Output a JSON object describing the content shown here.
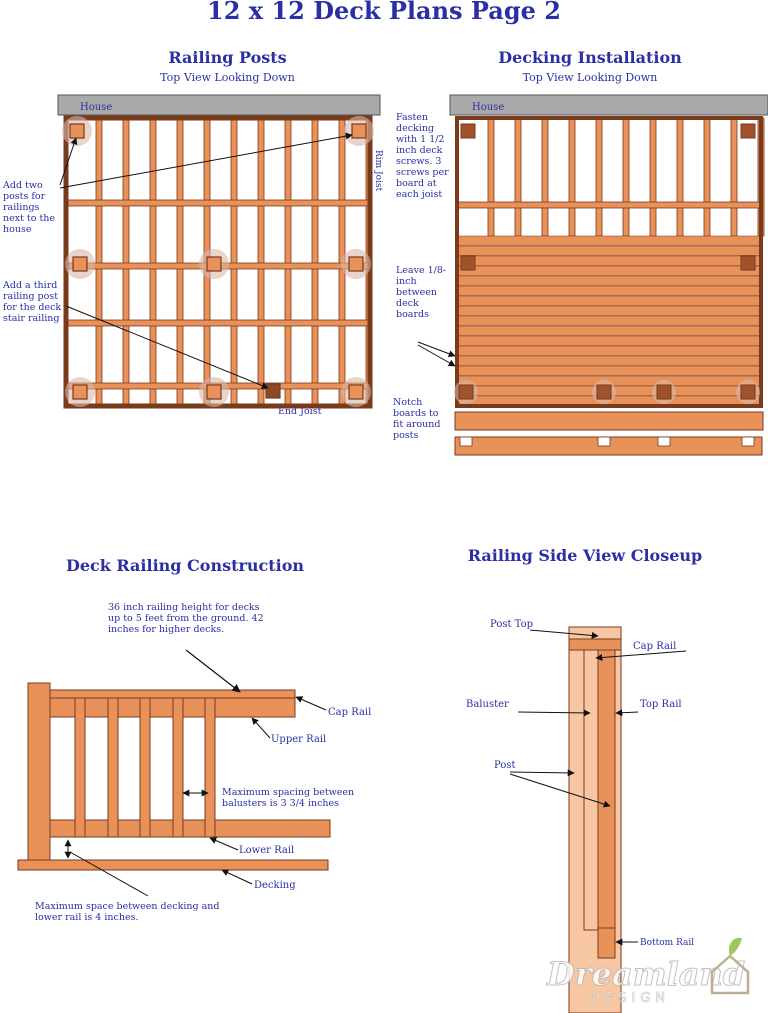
{
  "page_title": "12 x 12 Deck Plans Page 2",
  "railing_posts": {
    "title": "Railing Posts",
    "subtitle": "Top View Looking Down",
    "house_label": "House",
    "rim_joist_label": "Rim Joist",
    "end_joist_label": "End Joist",
    "note_two_posts": "Add two posts for railings next to the house",
    "note_third_post": "Add a third railing post for the deck stair railing"
  },
  "decking_installation": {
    "title": "Decking Installation",
    "subtitle": "Top View Looking Down",
    "house_label": "House",
    "note_fasten": "Fasten decking with 1 1/2 inch deck screws. 3 screws per board at each joist",
    "note_gap": "Leave 1/8-inch between deck boards",
    "note_notch": "Notch boards to fit around posts"
  },
  "deck_railing_construction": {
    "title": "Deck Railing Construction",
    "note_height": "36 inch railing height for decks up to 5 feet from the ground. 42 inches for higher decks.",
    "cap_rail": "Cap Rail",
    "upper_rail": "Upper Rail",
    "spacing_note": "Maximum spacing between balusters is 3 3/4 inches",
    "lower_rail": "Lower Rail",
    "decking": "Decking",
    "bottom_note": "Maximum space between decking and lower rail is 4 inches."
  },
  "railing_side_view": {
    "title": "Railing Side View Closeup",
    "post_top": "Post Top",
    "cap_rail": "Cap Rail",
    "baluster": "Baluster",
    "top_rail": "Top Rail",
    "post": "Post",
    "bottom_rail": "Bottom Rail"
  },
  "watermark": {
    "line1": "Dreamland",
    "line2": "DESIGN"
  },
  "colors": {
    "title_blue": "#2a2fa6",
    "wood": "#e8925a",
    "wood_light": "#f6c7a2",
    "wood_dark": "#7a3a1c",
    "house_gray": "#a9a9a9"
  }
}
